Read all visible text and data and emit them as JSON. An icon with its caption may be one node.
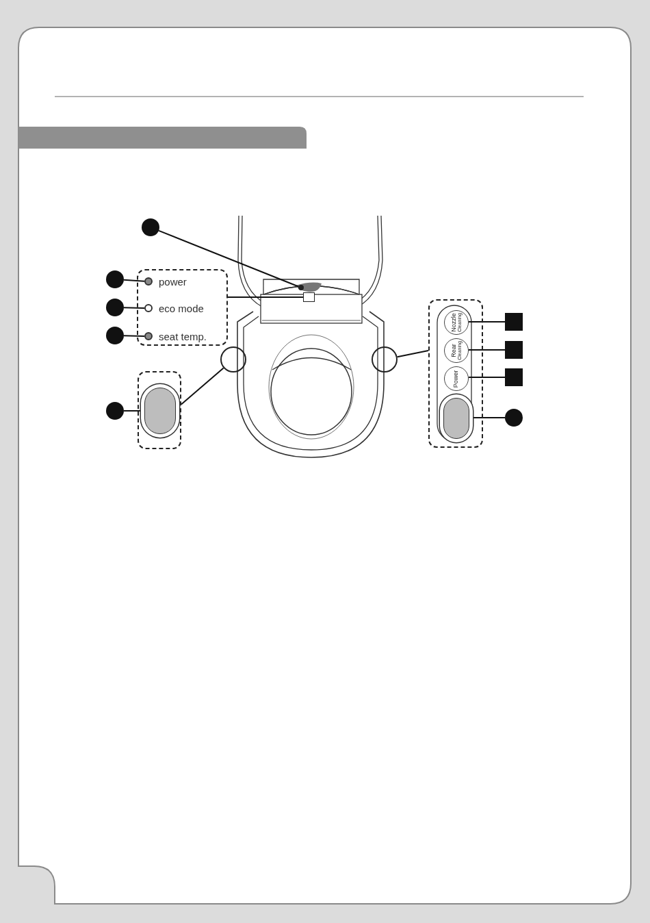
{
  "diagram": {
    "nodes": [
      {
        "text": [],
        "shape": "circle"
      },
      {
        "text": [],
        "shape": "circle"
      },
      {
        "text": [],
        "shape": "box"
      },
      {
        "text": [
          "power"
        ],
        "in": 2
      },
      {
        "text": [
          "eco mode"
        ],
        "in": 2
      },
      {
        "text": [
          "seat temp."
        ],
        "in": 2
      },
      {
        "text": [],
        "shape": "circle"
      },
      {
        "text": [],
        "shape": "circle"
      },
      {
        "text": [],
        "shape": "circle"
      },
      {
        "text": [],
        "shape": "box"
      },
      {
        "text": [],
        "shape": "circle"
      },
      {
        "text": [],
        "shape": "box"
      },
      {
        "text": [],
        "shape": "box",
        "in": 11
      },
      {
        "text": [],
        "shape": "circle"
      },
      {
        "text": [],
        "shape": "circle"
      },
      {
        "text": [],
        "shape": "box"
      },
      {
        "text": [
          "Nozzle",
          "Cleaning"
        ],
        "in": 15
      },
      {
        "text": [
          "Rear",
          "Cleaning"
        ],
        "in": 15
      },
      {
        "text": [
          "Power"
        ],
        "in": 15
      },
      {
        "text": [],
        "shape": "box",
        "in": 15
      },
      {
        "text": [],
        "shape": "box"
      },
      {
        "text": [],
        "shape": "box"
      },
      {
        "text": [],
        "shape": "box"
      },
      {
        "text": [],
        "shape": "circle"
      }
    ],
    "edges": [
      {
        "from": 0,
        "to": 1,
        "arrow": "none"
      },
      {
        "from": 6,
        "to": 3,
        "arrow": "none"
      },
      {
        "from": 7,
        "to": 4,
        "arrow": "none"
      },
      {
        "from": 8,
        "to": 5,
        "arrow": "none"
      },
      {
        "from": 2,
        "to": 9,
        "arrow": "none"
      },
      {
        "from": 13,
        "to": 12,
        "arrow": "none"
      },
      {
        "from": 11,
        "to": 10,
        "arrow": "none"
      },
      {
        "from": 15,
        "to": 14,
        "arrow": "none"
      },
      {
        "from": 20,
        "to": 16,
        "arrow": "none"
      },
      {
        "from": 21,
        "to": 17,
        "arrow": "none"
      },
      {
        "from": 22,
        "to": 18,
        "arrow": "none"
      },
      {
        "from": 23,
        "to": 19,
        "arrow": "none"
      }
    ]
  }
}
